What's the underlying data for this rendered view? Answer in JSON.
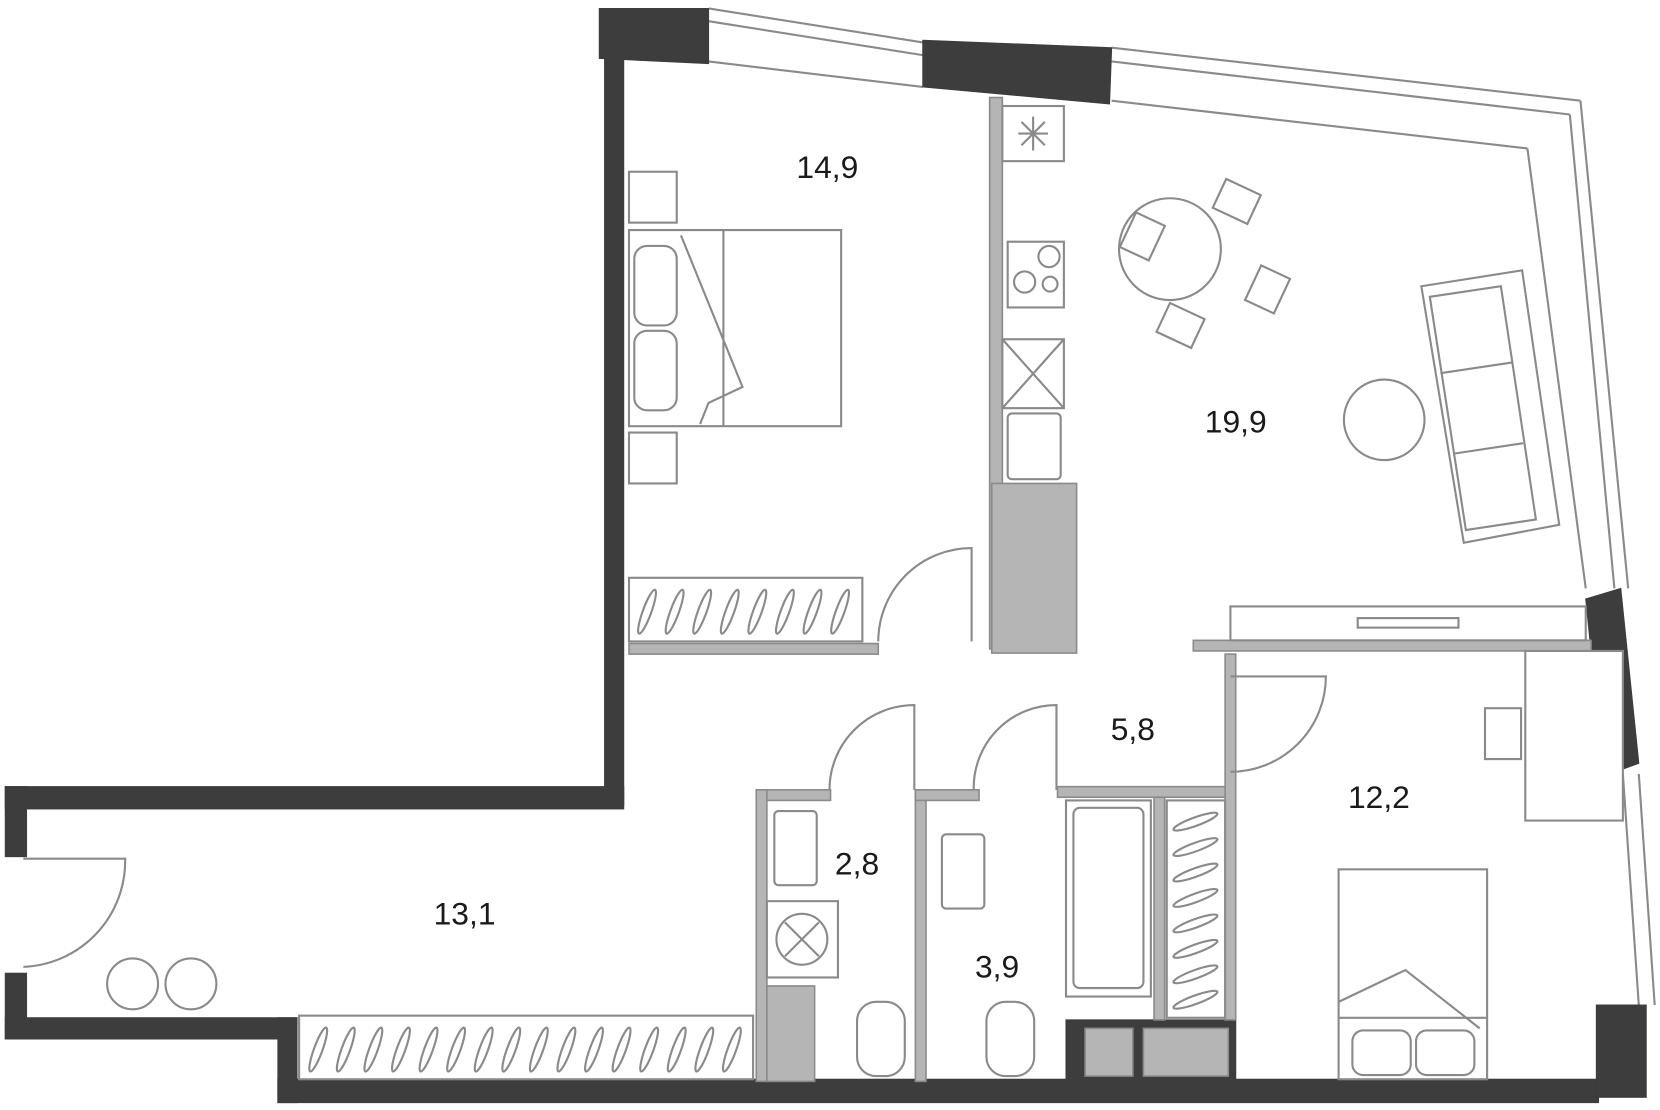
{
  "plan": {
    "rooms": [
      {
        "id": "bedroom-1",
        "area": "14,9"
      },
      {
        "id": "living-kitchen",
        "area": "19,9"
      },
      {
        "id": "hall",
        "area": "5,8"
      },
      {
        "id": "bedroom-2",
        "area": "12,2"
      },
      {
        "id": "bathroom-1",
        "area": "2,8"
      },
      {
        "id": "entrance-hall",
        "area": "13,1"
      },
      {
        "id": "bathroom-2",
        "area": "3,9"
      }
    ],
    "colors": {
      "outer_wall": "#3d3d3d",
      "inner_wall": "#b5b5b5",
      "line": "#8a8a8a"
    }
  }
}
